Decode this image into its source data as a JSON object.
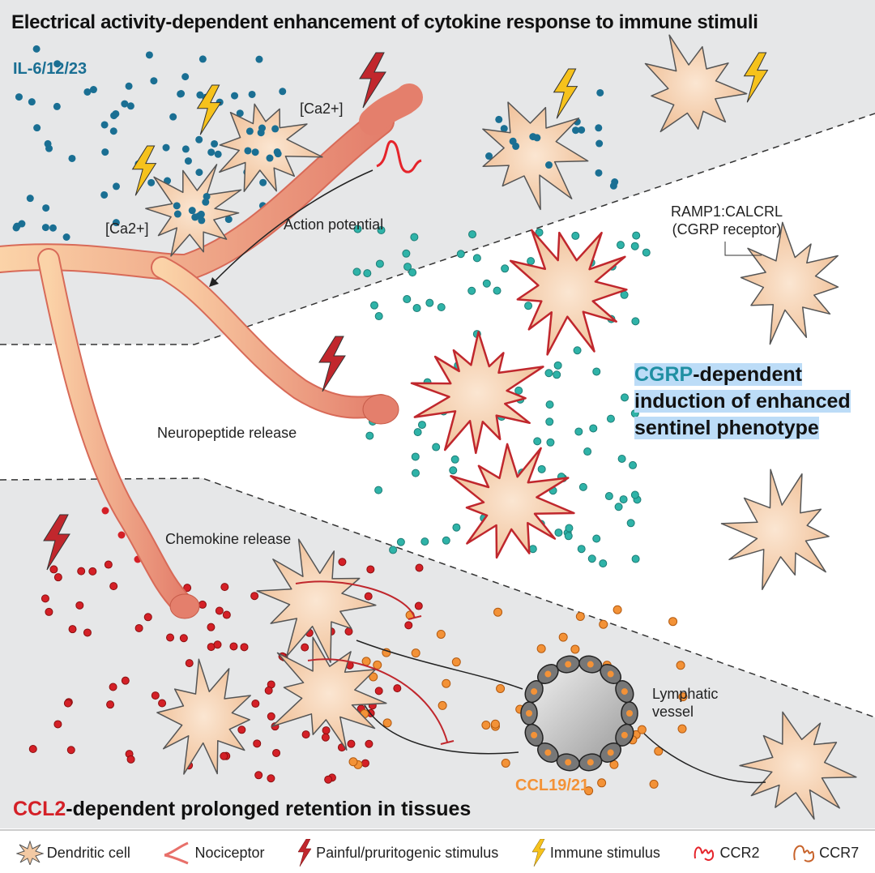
{
  "title": "Electrical activity-dependent enhancement of cytokine response to immune stimuli",
  "labels": {
    "il": "IL-6/12/23",
    "ca1": "[Ca2+]",
    "ca2": "[Ca2+]",
    "action_potential": "Action potential",
    "neuropeptide_release": "Neuropeptide release",
    "chemokine_release": "Chemokine release",
    "receptor_line1": "RAMP1:CALCRL",
    "receptor_line2": "(CGRP receptor)",
    "lymphatic": "Lymphatic vessel",
    "ccl19": "CCL19/21"
  },
  "cgrp_heading": {
    "accent": "CGRP",
    "line1_rest": "-dependent",
    "line2": "induction of enhanced",
    "line3": "sentinel phenotype"
  },
  "ccl2_heading": {
    "accent": "CCL2",
    "rest": "-dependent prolonged retention in tissues"
  },
  "legend": [
    {
      "icon": "dendritic-cell-icon",
      "label": "Dendritic cell"
    },
    {
      "icon": "nociceptor-icon",
      "label": "Nociceptor"
    },
    {
      "icon": "painful-stimulus-bolt-icon",
      "label": "Painful/pruritogenic stimulus"
    },
    {
      "icon": "immune-stimulus-bolt-icon",
      "label": "Immune stimulus"
    },
    {
      "icon": "ccr2-icon",
      "label": "CCR2"
    },
    {
      "icon": "ccr7-icon",
      "label": "CCR7"
    }
  ],
  "colors": {
    "il_blue": "#1a6f93",
    "cgrp_teal": "#2fb3a8",
    "ccl2_red": "#d42027",
    "ccl19_orange": "#f39237",
    "cell": "#f3c9a3",
    "nerve": "#e8907a",
    "gray_region": "#e6e7e8",
    "highlight": "#bcdcf7"
  }
}
